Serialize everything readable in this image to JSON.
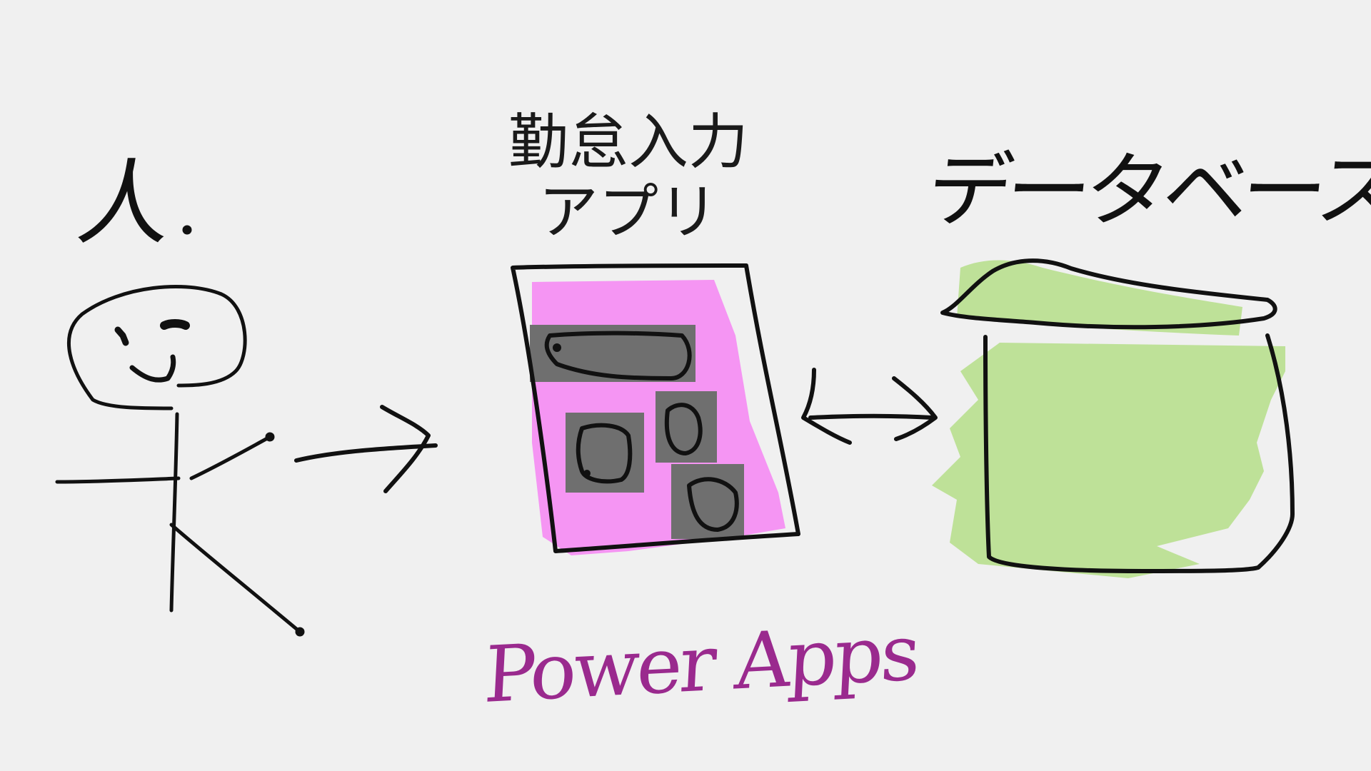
{
  "labels": {
    "person": "人",
    "app_line1": "勤怠入力",
    "app_line2": "アプリ",
    "database": "データベース",
    "platform": "Power Apps"
  },
  "colors": {
    "background": "#f0f0f0",
    "ink": "#111111",
    "app_fill": "#f48ff2",
    "app_blocks": "#6f6f6f",
    "db_fill": "#b8df8e",
    "platform_text": "#9a2a8e"
  },
  "icons": {
    "person": "stick-figure-icon",
    "app": "app-tablet-icon",
    "database": "database-icon",
    "arrow_person_app": "arrow-right-icon",
    "arrow_app_db": "double-arrow-icon"
  }
}
